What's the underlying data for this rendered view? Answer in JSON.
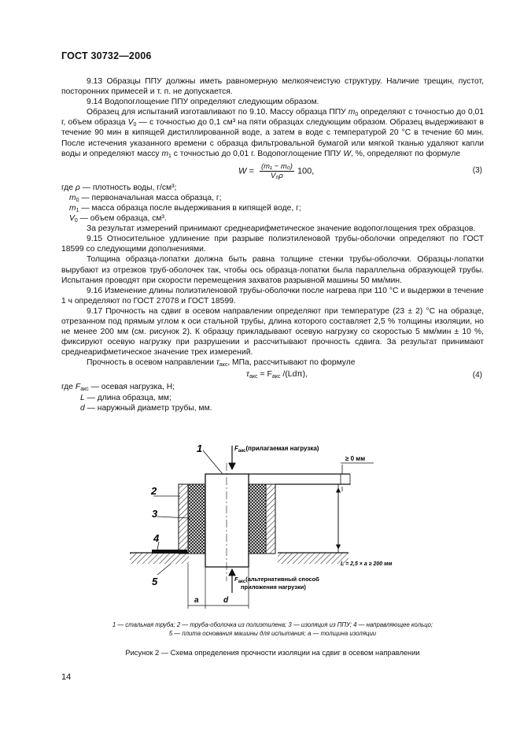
{
  "header": "ГОСТ 30732—2006",
  "p913": "9.13 Образцы ППУ должны иметь равномерную мелкоячеистую структуру. Наличие трещин, пустот, посторонних примесей и т. п. не допускается.",
  "p914": "9.14 Водопоглощение ППУ определяют следующим образом.",
  "p914b": {
    "a": "Образец для испытаний изготавливают по 9.10. Массу образца ППУ ",
    "m0": "m",
    "m0sub": "0",
    "b": " определяют с точностью до 0,01 г, объем образца ",
    "v0": "V",
    "v0sub": "0",
    "c": " — с точностью до 0,1 см³ на пяти образцах следующим образом. Образец выдерживают в течение 90 мин в кипящей дистиллированной воде, а затем в воде с температурой 20 °С в течение 60 мин. После истечения указанного времени с образца фильтровальной бумагой или мягкой тканью удаляют капли воды и определяют массу ",
    "m1": "m",
    "m1sub": "1",
    "d": " с точностью до 0,01 г. Водопоглощение ППУ ",
    "w": "W",
    "e": ", %, определяют по формуле"
  },
  "formula3": {
    "lhs": "W",
    "eq": "=",
    "num": "(m₁ − m₀)",
    "den": "V₀ρ",
    "mult": "100,",
    "number": "(3)"
  },
  "defs3": [
    {
      "pre": "где ",
      "sym": "ρ",
      "sub": "",
      "text": " — плотность воды, г/см³;"
    },
    {
      "pre": "",
      "sym": "m",
      "sub": "0",
      "text": " — первоначальная масса образца, г;"
    },
    {
      "pre": "",
      "sym": "m",
      "sub": "1",
      "text": " — масса образца после выдерживания в кипящей воде, г;"
    },
    {
      "pre": "",
      "sym": "V",
      "sub": "0",
      "text": " — объем образца, см³."
    }
  ],
  "p914c": "За результат измерений принимают среднеарифметическое значение водопоглощения трех образцов.",
  "p915": "9.15 Относительное удлинение при разрыве полиэтиленовой трубы-оболочки определяют по ГОСТ 18599 со следующими дополнениями.",
  "p915b": "Толщина образца-лопатки должна быть равна толщине стенки трубы-оболочки. Образцы-лопатки вырубают из отрезков труб-оболочек так, чтобы ось образца-лопатки была параллельна образующей трубы. Испытания проводят при скорости перемещения захватов разрывной машины 50 мм/мин.",
  "p916": "9.16 Изменение длины полиэтиленовой трубы-оболочки после нагрева при 110 °С и выдержки в течение 1 ч определяют по ГОСТ 27078 и ГОСТ 18599.",
  "p917": "9.17 Прочность на сдвиг в осевом направлении определяют при температуре (23 ± 2) °С на образце, отрезанном под прямым углом к оси стальной трубы, длина которого составляет 2,5 % толщины изоляции, но не менее 200 мм (см. рисунок 2). К образцу прикладывают осевую нагрузку со скоростью 5 мм/мин ± 10 %, фиксируют осевую нагрузку при разрушении и рассчитывают прочность сдвига. За результат принимают среднеарифметическое значение трех измерений.",
  "p917b": {
    "a": "Прочность в осевом направлении ",
    "tau": "τ",
    "tausub": "акс",
    "b": ", МПа, рассчитывают по формуле"
  },
  "formula4": {
    "text": "τ",
    "sub1": "акс",
    "mid": " = F",
    "sub2": "акс",
    "end": " /(Ldπ),",
    "number": "(4)"
  },
  "defs4": [
    {
      "pre": "где ",
      "sym": "F",
      "sub": "акс",
      "text": " — осевая нагрузка, Н;"
    },
    {
      "pre": "",
      "sym": "L",
      "sub": "",
      "text": " — длина образца, мм;"
    },
    {
      "pre": "",
      "sym": "d",
      "sub": "",
      "text": " — наружный диаметр трубы, мм."
    }
  ],
  "figure": {
    "label1": "1",
    "label2": "2",
    "label3": "3",
    "label4": "4",
    "label5": "5",
    "f_top": "F",
    "f_top_sub": "акс",
    "f_top_note": "(прилагаемая нагрузка)",
    "gap_label": "≥ 0 мм",
    "len_label": "L = 2,5 × a ≥ 200 мм",
    "f_bot": "F",
    "f_bot_sub": "акс",
    "f_bot_note1": "(альтернативный способ",
    "f_bot_note2": "приложения нагрузки)",
    "dim_a": "a",
    "dim_d": "d"
  },
  "caption_legend1": "1 — стальная труба; 2 — труба-оболочка из полиэтилена; 3 — изоляция из ППУ; 4 — направляющее кольцо;",
  "caption_legend2": "5 — плита основания машины для испытания; a — толщина изоляции",
  "caption_title": "Рисунок 2 — Схема определения прочности изоляции на сдвиг в осевом направлении",
  "page_number": "14"
}
